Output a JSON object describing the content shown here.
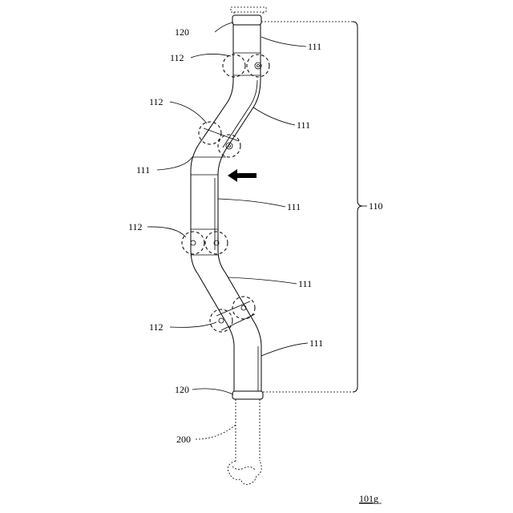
{
  "labels": {
    "connector_top": "120",
    "connector_bottom": "120",
    "segment": "111",
    "joint": "112",
    "assembly": "110",
    "external": "200",
    "figure": "101g"
  }
}
